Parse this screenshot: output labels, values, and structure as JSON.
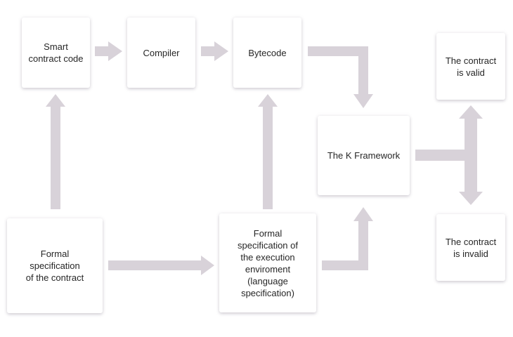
{
  "colors": {
    "arrow": "#d8d2d9",
    "box_background": "#ffffff",
    "text": "#262626"
  },
  "nodes": {
    "smart_contract_code": "Smart\ncontract code",
    "compiler": "Compiler",
    "bytecode": "Bytecode",
    "k_framework": "The K Framework",
    "contract_valid": "The contract\nis valid",
    "contract_invalid": "The contract\nis invalid",
    "formal_spec_contract": "Formal\nspecification\nof the contract",
    "formal_spec_environment": "Formal\nspecification of\nthe execution\nenviroment\n(language\nspecification)"
  }
}
